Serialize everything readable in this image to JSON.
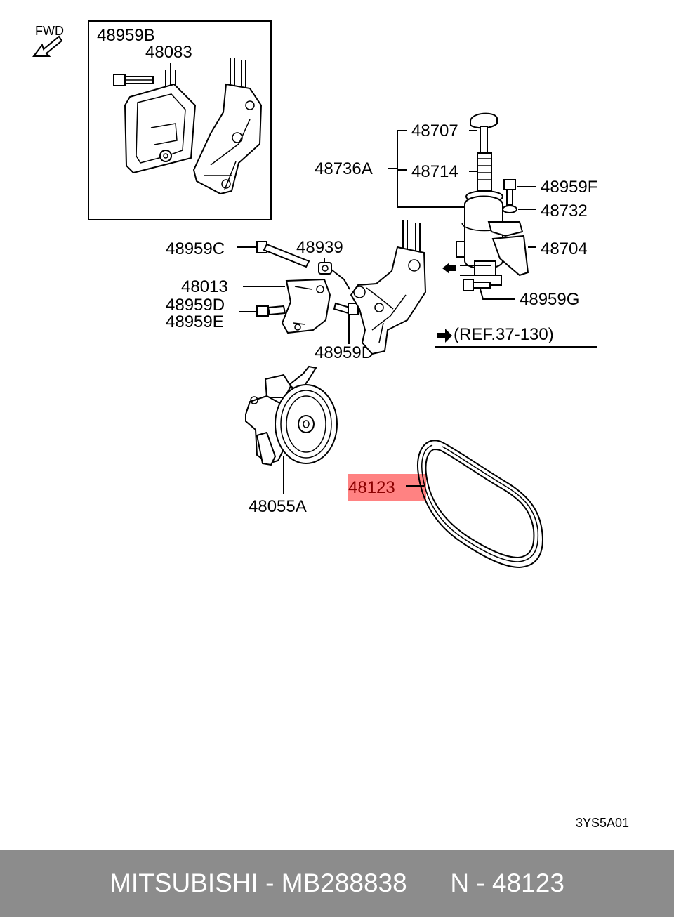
{
  "fwd_label": "FWD",
  "labels": {
    "l48959B": "48959B",
    "l48083": "48083",
    "l48707": "48707",
    "l48736A": "48736A",
    "l48714": "48714",
    "l48959F": "48959F",
    "l48732": "48732",
    "l48704": "48704",
    "l48959C": "48959C",
    "l48939": "48939",
    "l48013": "48013",
    "l48959D_left": "48959D",
    "l48959E": "48959E",
    "l48959D_center": "48959D",
    "l48959G": "48959G",
    "ref": "(REF.37-130)",
    "l48055A": "48055A",
    "l48123": "48123"
  },
  "diagram_code": "3YS5A01",
  "footer": {
    "brand": "MITSUBISHI",
    "separator": "-",
    "part_number": "MB288838",
    "index_prefix": "N",
    "index_number": "48123"
  },
  "colors": {
    "highlight": "#ff4d4d",
    "highlight_text": "#8b0000",
    "footer_bg": "#8c8c8c"
  }
}
